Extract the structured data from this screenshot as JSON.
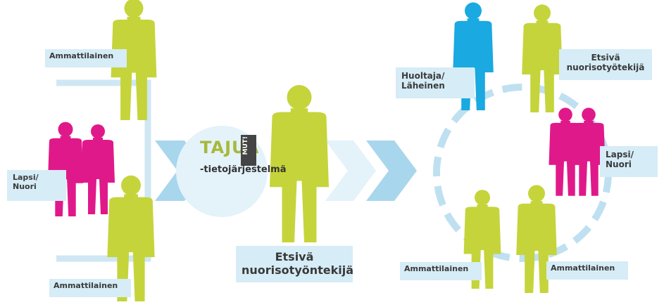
{
  "left_group": {
    "top_label": "Ammattilainen",
    "child_label_line1": "Lapsi/",
    "child_label_line2": "Nuori",
    "bottom_label": "Ammattilainen"
  },
  "system": {
    "brand_text": "TAJUA",
    "brand_badge": "MUT!",
    "subtitle": "-tietojärjestelmä"
  },
  "center": {
    "label_line1": "Etsivä",
    "label_line2": "nuorisotyöntekijä"
  },
  "right_group": {
    "guardian_line1": "Huoltaja/",
    "guardian_line2": "Läheinen",
    "worker_line1": "Etsivä",
    "worker_line2": "nuorisotyötekijä",
    "child_line1": "Lapsi/",
    "child_line2": "Nuori",
    "bottom_left_label": "Ammattilainen",
    "bottom_right_label": "Ammattilainen"
  },
  "colors": {
    "person_green": "#c5d43a",
    "person_magenta": "#e0198a",
    "person_blue": "#1aa9e0",
    "light_blue": "#d6ecf6",
    "arrow_blue": "#a8d6ec",
    "dash_blue": "#bfe0f1"
  },
  "icons": [
    "person-silhouette-icon",
    "chevron-arrow-icon",
    "dashed-circle-icon"
  ]
}
